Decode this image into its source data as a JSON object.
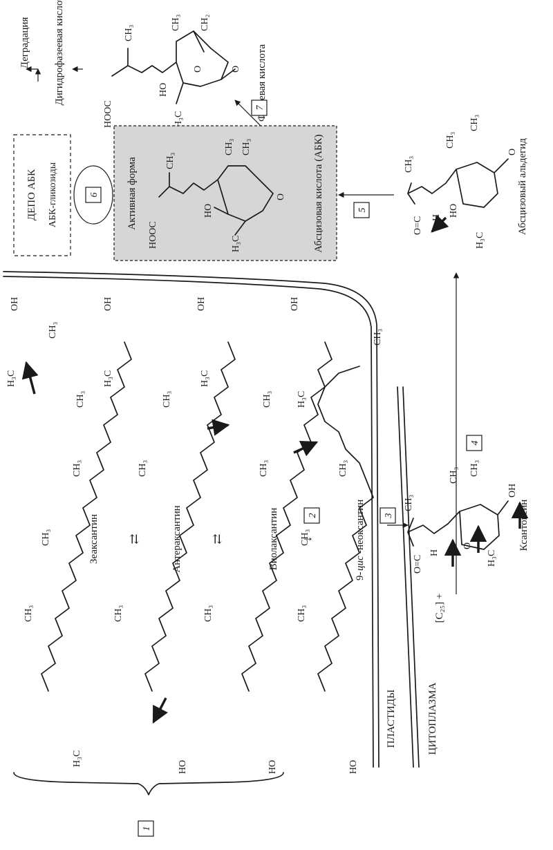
{
  "labels": {
    "degradation": "Деградация",
    "dihydrophaseic_acid": "Дигидрофазеевая кислота",
    "phaseic_acid": "Фазеевая кислота",
    "abk_depot": "ДЕПО АБК",
    "abk_glycosides": "АБК-гликозиды",
    "active_form": "Активная форма",
    "abscisic_acid": "Абсцизовая кислота (АБК)",
    "abscisic_aldehyde": "Абсцизовый альдегид",
    "zeaxanthin": "Зеаксантин",
    "antheraxanthin": "Антераксантин",
    "violaxanthin": "Виолаксантин",
    "neoxanthin_prefix": "9-",
    "neoxanthin_cis": "цис",
    "neoxanthin_suffix": "-неоксантин",
    "xanthoxin": "Ксантоксин",
    "plastids": "ПЛАСТИДЫ",
    "cytoplasm": "ЦИТОПЛАЗМА",
    "c25": "[C₂₅] +"
  },
  "steps": {
    "s1": "1",
    "s2": "2",
    "s3": "3",
    "s4": "4",
    "s5": "5",
    "s6": "6",
    "s7": "7"
  },
  "chem": {
    "ch3": "CH₃",
    "h3c": "H₃C",
    "oh": "OH",
    "ho": "HO",
    "hooc": "HOOC",
    "ch2": "CH₂",
    "o": "O",
    "c": "C",
    "h": "H",
    "ald_o": "O=C",
    "equilibrium": "⇄",
    "down_arrow": "↓"
  },
  "colors": {
    "ink": "#1a1a1a",
    "active_box_fill": "#d6d6d6"
  }
}
